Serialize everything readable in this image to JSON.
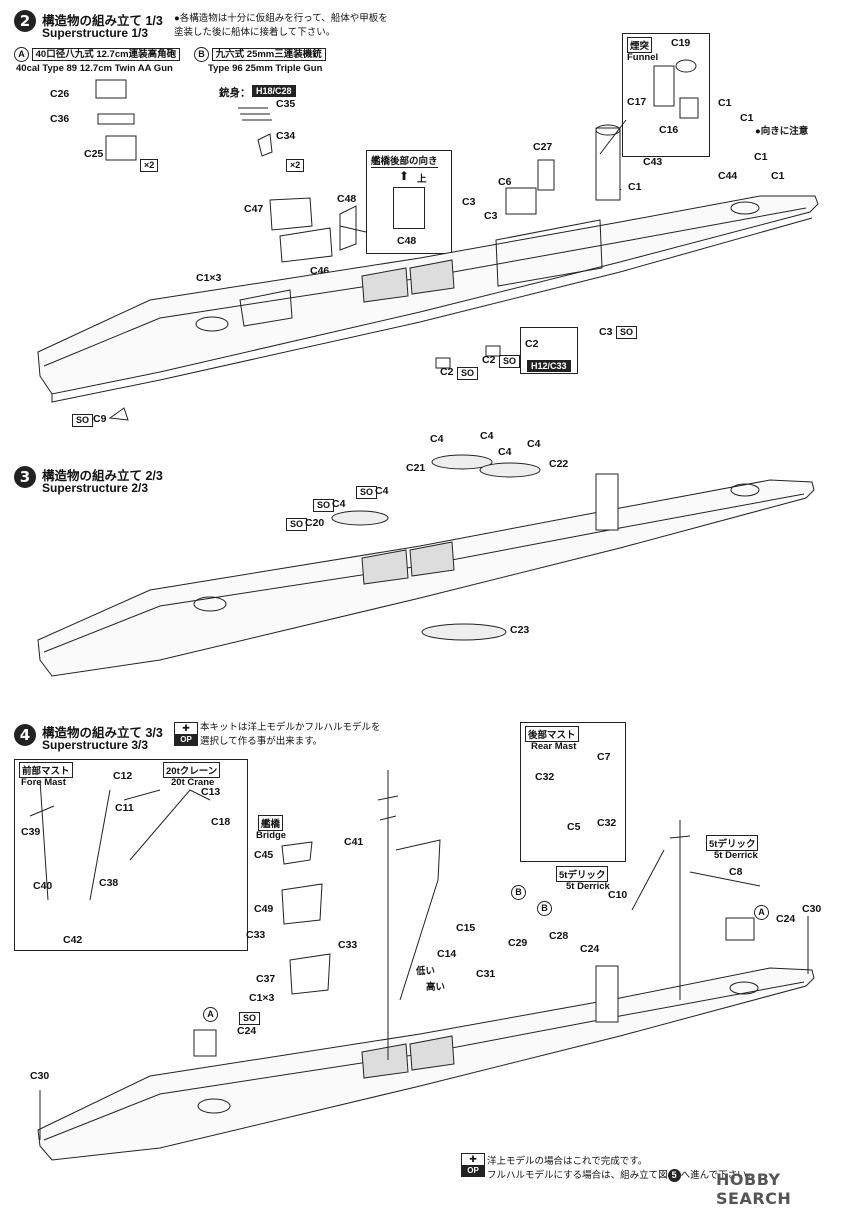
{
  "steps": [
    {
      "num": "2",
      "jp": "構造物の組み立て 1/3",
      "en": "Superstructure 1/3"
    },
    {
      "num": "3",
      "jp": "構造物の組み立て 2/3",
      "en": "Superstructure 2/3"
    },
    {
      "num": "4",
      "jp": "構造物の組み立て 3/3",
      "en": "Superstructure 3/3"
    }
  ],
  "note_glue": "●各構造物は十分に仮組みを行って、船体や甲板を塗装した後に船体に接着して下さい。",
  "weapons": {
    "a_letter": "A",
    "a_jp": "40口径八九式 12.7cm連装高角砲",
    "a_en": "40cal Type 89 12.7cm Twin AA Gun",
    "b_letter": "B",
    "b_jp": "九六式 25mm三連装機銃",
    "b_en": "Type 96 25mm Triple Gun",
    "barrel_jp": "銃身：",
    "barrel_part": "H18/C28"
  },
  "times2": "×2",
  "funnel": {
    "jp": "煙突",
    "en": "Funnel"
  },
  "bridge_rear": {
    "jp": "艦橋後部の向き",
    "up": "上"
  },
  "direction_note": "●向きに注意",
  "h12": "H12/C33",
  "so": "SO",
  "x3": "C1×3",
  "op_note": "本キットは洋上モデルかフルハルモデルを選択して作る事が出来ます。",
  "op_label": "OP",
  "fore_mast": {
    "jp": "前部マスト",
    "en": "Fore Mast"
  },
  "crane": {
    "jp": "20tクレーン",
    "en": "20t Crane"
  },
  "bridge": {
    "jp": "艦橋",
    "en": "Bridge"
  },
  "rear_mast": {
    "jp": "後部マスト",
    "en": "Rear Mast"
  },
  "derrick": {
    "jp": "5tデリック",
    "en": "5t Derrick"
  },
  "low": "低い",
  "high": "高い",
  "final_note_1": "洋上モデルの場合はこれで完成です。",
  "final_note_2": "フルハルモデルにする場合は、組み立て図",
  "final_note_num": "5",
  "final_note_3": "へ進んで下さい。",
  "watermark": "HOBBY SEARCH",
  "parts": {
    "c26": "C26",
    "c36": "C36",
    "c25": "C25",
    "c35": "C35",
    "c34": "C34",
    "c47": "C47",
    "c48": "C48",
    "c46": "C46",
    "c6": "C6",
    "c27": "C27",
    "c3": "C3",
    "c19": "C19",
    "c17": "C17",
    "c16": "C16",
    "c1": "C1",
    "c43": "C43",
    "c44": "C44",
    "c2": "C2",
    "c9": "C9",
    "c4": "C4",
    "c21": "C21",
    "c22": "C22",
    "c20": "C20",
    "c23": "C23",
    "c12": "C12",
    "c13": "C13",
    "c11": "C11",
    "c18": "C18",
    "c39": "C39",
    "c40": "C40",
    "c38": "C38",
    "c42": "C42",
    "c45": "C45",
    "c41": "C41",
    "c49": "C49",
    "c33": "C33",
    "c37": "C37",
    "c24": "C24",
    "c30": "C30",
    "c15": "C15",
    "c14": "C14",
    "c31": "C31",
    "c29": "C29",
    "c28": "C28",
    "c7": "C7",
    "c32": "C32",
    "c5": "C5",
    "c10": "C10",
    "c8": "C8"
  }
}
